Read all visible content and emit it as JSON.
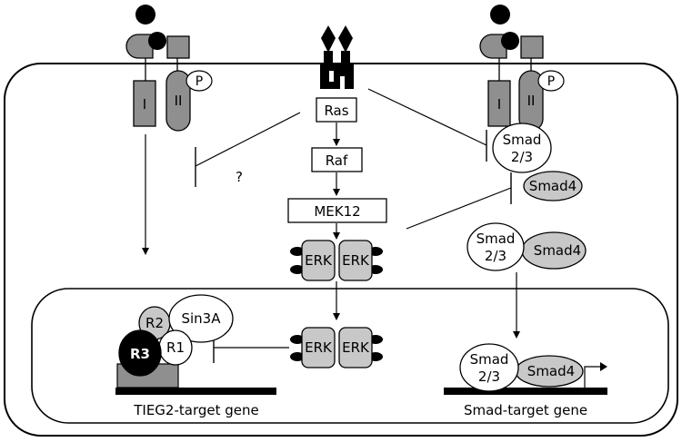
{
  "labels": {
    "ras": "Ras",
    "raf": "Raf",
    "mek": "MEK12",
    "erk": "ERK",
    "smad23_line1": "Smad",
    "smad23_line2": "2/3",
    "smad4": "Smad4",
    "sin3a": "Sin3A",
    "r1": "R1",
    "r2": "R2",
    "r3": "R3",
    "receptor_i": "I",
    "receptor_ii": "II",
    "phospho": "P",
    "question": "?",
    "tieg2_gene": "TIEG2-target gene",
    "smad_gene": "Smad-target gene"
  },
  "colors": {
    "gray_fill": "#c8c8c8",
    "dark_gray_fill": "#8f8f8f",
    "black": "#000000",
    "white": "#ffffff"
  }
}
